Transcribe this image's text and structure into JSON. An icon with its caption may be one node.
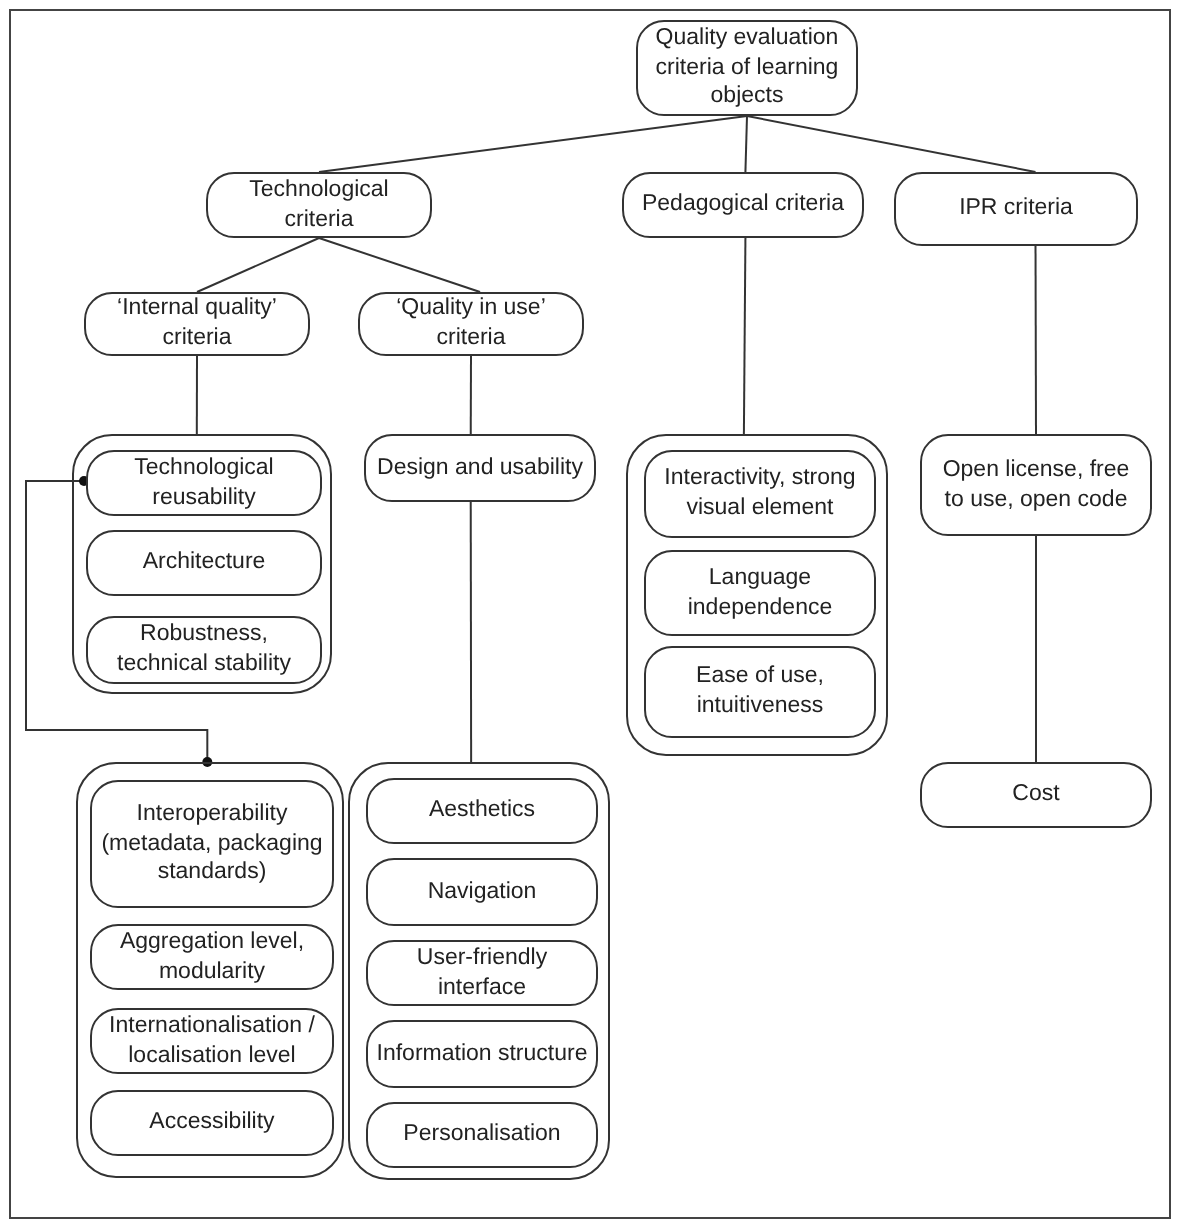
{
  "diagram": {
    "nodes": [
      {
        "text": [
          "Quality evaluation criteria of learning objects"
        ]
      },
      {
        "text": [
          "Technological criteria"
        ]
      },
      {
        "text": [
          "Pedagogical criteria"
        ]
      },
      {
        "text": [
          "IPR criteria"
        ]
      },
      {
        "text": [
          "‘Internal quality’ criteria"
        ]
      },
      {
        "text": [
          "‘Quality in use’ criteria"
        ]
      },
      {
        "text": [],
        "shape": "box"
      },
      {
        "text": [
          "Technological reusability"
        ],
        "in": 6
      },
      {
        "text": [
          "Architecture"
        ],
        "in": 6
      },
      {
        "text": [
          "Robustness, technical stability"
        ],
        "in": 6
      },
      {
        "text": [
          "Design and usability"
        ]
      },
      {
        "text": [],
        "shape": "box"
      },
      {
        "text": [
          "Interactivity, strong visual element"
        ],
        "in": 11
      },
      {
        "text": [
          "Language independence"
        ],
        "in": 11
      },
      {
        "text": [
          "Ease of use, intuitiveness"
        ],
        "in": 11
      },
      {
        "text": [
          "Open license, free to use, open code"
        ]
      },
      {
        "text": [
          "Cost"
        ]
      },
      {
        "text": [],
        "shape": "box"
      },
      {
        "text": [
          "Interoperability (metadata, packaging standards)"
        ],
        "in": 17
      },
      {
        "text": [
          "Aggregation level, modularity"
        ],
        "in": 17
      },
      {
        "text": [
          "Internationalisation / localisation level"
        ],
        "in": 17
      },
      {
        "text": [
          "Accessibility"
        ],
        "in": 17
      },
      {
        "text": [],
        "shape": "box"
      },
      {
        "text": [
          "Aesthetics"
        ],
        "in": 22
      },
      {
        "text": [
          "Navigation"
        ],
        "in": 22
      },
      {
        "text": [
          "User-friendly interface"
        ],
        "in": 22
      },
      {
        "text": [
          "Information structure"
        ],
        "in": 22
      },
      {
        "text": [
          "Personalisation"
        ],
        "in": 22
      }
    ],
    "edges": [
      {
        "from": 0,
        "to": 1,
        "arrow": "none"
      },
      {
        "from": 0,
        "to": 2,
        "arrow": "none"
      },
      {
        "from": 0,
        "to": 3,
        "arrow": "none"
      },
      {
        "from": 1,
        "to": 4,
        "arrow": "none"
      },
      {
        "from": 1,
        "to": 5,
        "arrow": "none"
      },
      {
        "from": 4,
        "to": 6,
        "arrow": "none"
      },
      {
        "from": 5,
        "to": 10,
        "arrow": "none"
      },
      {
        "from": 10,
        "to": 22,
        "arrow": "none"
      },
      {
        "from": 2,
        "to": 11,
        "arrow": "none"
      },
      {
        "from": 3,
        "to": 15,
        "arrow": "none"
      },
      {
        "from": 15,
        "to": 16,
        "arrow": "none"
      },
      {
        "from": 7,
        "to": 17,
        "arrow": "other"
      }
    ]
  }
}
